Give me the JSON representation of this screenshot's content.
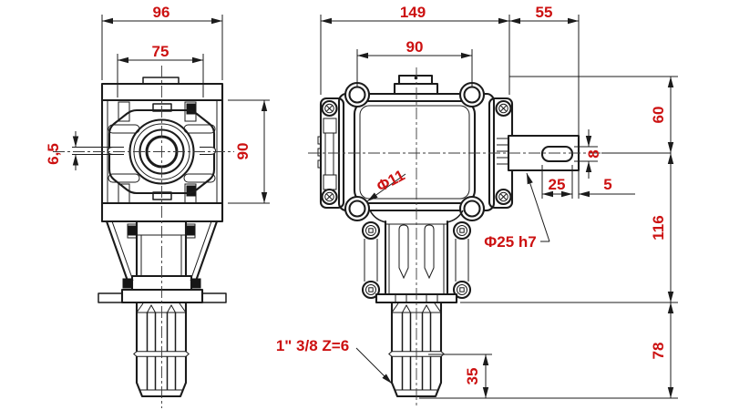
{
  "drawing_colors": {
    "line": "#1b1b1b",
    "dimension_text": "#cc1111",
    "background": "#ffffff"
  },
  "labels": {
    "front": {
      "overall_width": "96",
      "flange_width": "75",
      "slot_width": "6,5",
      "body_height": "90"
    },
    "side": {
      "overall_width": "149",
      "shaft_length": "55",
      "bolt_pitch": "90",
      "bolt_hole_dia": "Φ11",
      "top_to_axis": "60",
      "keyway_width": "8",
      "keyway_length": "25",
      "keyway_to_end": "5",
      "shaft_dia": "Φ25 h7",
      "axis_to_flange": "116",
      "flange_to_shaft_end": "78",
      "spline_groove_to_end": "35",
      "pto_spline": "1\" 3/8  Z=6"
    }
  }
}
